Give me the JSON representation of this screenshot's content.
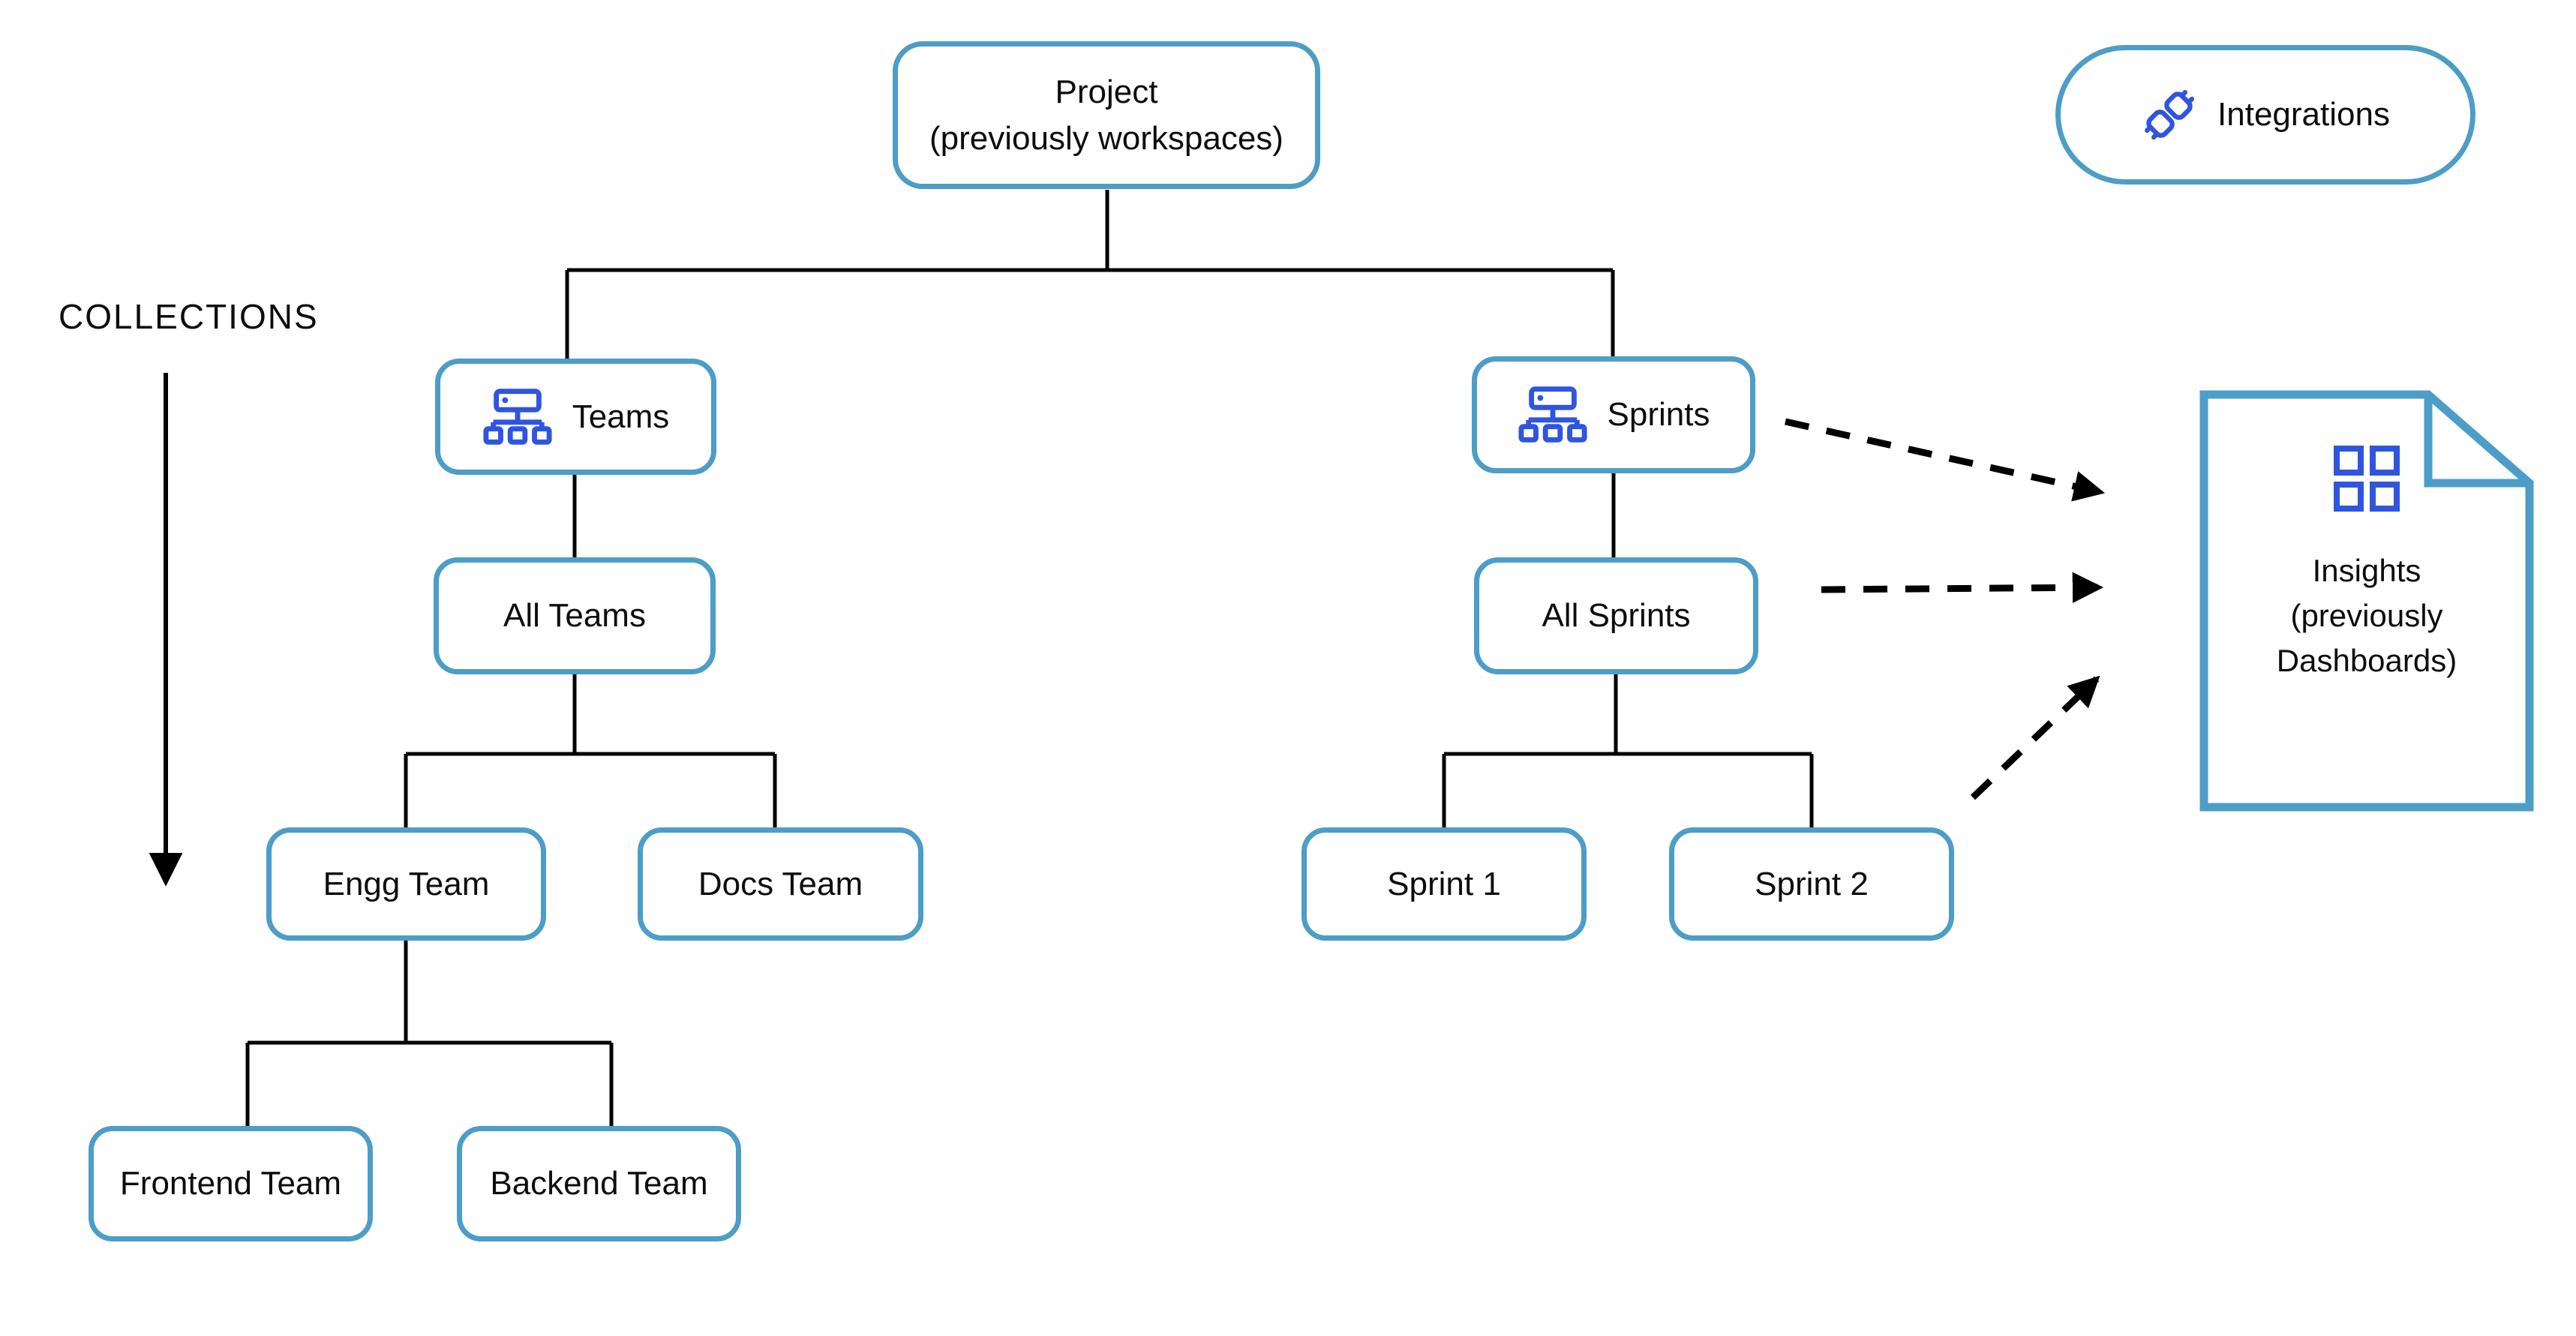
{
  "diagram": {
    "collections": {
      "label": "COLLECTIONS"
    },
    "nodes": {
      "project": {
        "line1": "Project",
        "line2": "(previously workspaces)"
      },
      "integrations": {
        "label": "Integrations",
        "icon": "plug-icon"
      },
      "teams": {
        "label": "Teams",
        "icon": "org-chart-icon"
      },
      "sprints": {
        "label": "Sprints",
        "icon": "org-chart-icon"
      },
      "all_teams": {
        "label": "All Teams"
      },
      "all_sprints": {
        "label": "All Sprints"
      },
      "engg_team": {
        "label": "Engg Team"
      },
      "docs_team": {
        "label": "Docs Team"
      },
      "sprint_1": {
        "label": "Sprint 1"
      },
      "sprint_2": {
        "label": "Sprint 2"
      },
      "frontend_team": {
        "label": "Frontend Team"
      },
      "backend_team": {
        "label": "Backend Team"
      },
      "insights": {
        "line1": "Insights",
        "line2": "(previously",
        "line3": "Dashboards)",
        "icon": "grid-icon"
      }
    },
    "edges": {
      "solid": [
        "project->teams",
        "project->sprints",
        "teams->all_teams",
        "sprints->all_sprints",
        "all_teams->engg_team",
        "all_teams->docs_team",
        "all_sprints->sprint_1",
        "all_sprints->sprint_2",
        "engg_team->frontend_team",
        "engg_team->backend_team"
      ],
      "dashed_arrows": [
        "sprints->insights",
        "all_sprints->insights",
        "sprint_2->insights"
      ],
      "collections_arrow": "collections-down"
    },
    "colors": {
      "node_border": "#4c9dc7",
      "icon_blue": "#2f55e0",
      "connector": "#000000",
      "text": "#0d0d0d"
    }
  }
}
